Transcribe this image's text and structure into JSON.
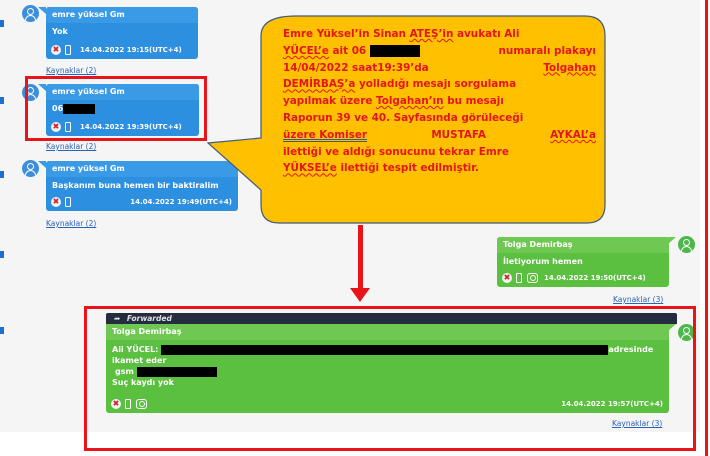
{
  "chat": {
    "messages": [
      {
        "sender": "emre yüksel Gm",
        "text": "Yok",
        "timestamp": "14.04.2022 19:15(UTC+4)",
        "sources": "Kaynaklar (2)",
        "direction": "incoming"
      },
      {
        "sender": "emre yüksel Gm",
        "text": "06",
        "redacted": true,
        "timestamp": "14.04.2022 19:39(UTC+4)",
        "sources": "Kaynaklar (2)",
        "direction": "incoming",
        "highlighted": true
      },
      {
        "sender": "emre yüksel Gm",
        "text": "Başkanım buna hemen bir baktiralim",
        "timestamp": "14.04.2022 19:49(UTC+4)",
        "sources": "Kaynaklar (2)",
        "direction": "incoming"
      },
      {
        "sender": "Tolga Demirbaş",
        "text": "İletiyorum hemen",
        "timestamp": "14.04.2022 19:50(UTC+4)",
        "sources": "Kaynaklar (3)",
        "direction": "outgoing"
      },
      {
        "forwarded_label": "Forwarded",
        "sender": "Tolga Demirbaş",
        "line1_prefix": "Ali YÜCEL:",
        "line1_suffix": "adresinde",
        "line2": "ikamet eder",
        "line3_prefix": "gsm",
        "line4": "Suç kaydı yok",
        "timestamp": "14.04.2022 19:57(UTC+4)",
        "sources": "Kaynaklar (3)",
        "direction": "outgoing",
        "highlighted": true
      }
    ]
  },
  "callout": {
    "lines": [
      [
        "Emre Yüksel’in Sinan ",
        "ATEŞ’in",
        " avukatı Ali"
      ],
      [
        "YÜCEL’e",
        " ait 06 ",
        "",
        " numaralı plakayı"
      ],
      [
        "14/04/2022 saat19:39’da ",
        "Tolgahan"
      ],
      [
        "DEMİRBAŞ’a",
        " yolladığı mesajı sorgulama"
      ],
      [
        "yapılmak üzere ",
        "Tolgahan’ın",
        " bu mesajı"
      ],
      [
        "Raporun 39 ve 40. Sayfasında görüleceği"
      ],
      [
        "üzere Komiser",
        " MUSTAFA ",
        "AYKAL’a"
      ],
      [
        "ilettiği ve aldığı sonucunu tekrar Emre"
      ],
      [
        "YÜKSEL’e",
        " ilettiği tespit edilmiştir."
      ]
    ],
    "fill_color": "#ffc000",
    "text_color": "#e3161d"
  },
  "colors": {
    "incoming_bubble": "#2d8fe0",
    "outgoing_bubble": "#5bbf3f",
    "highlight_border": "#e8141a",
    "forward_bar": "#252c3d"
  },
  "icons": {
    "delete": "x-circle-icon",
    "device": "phone-icon",
    "group": "group-icon",
    "avatar": "user-avatar-icon",
    "forward": "forward-arrow-icon"
  }
}
